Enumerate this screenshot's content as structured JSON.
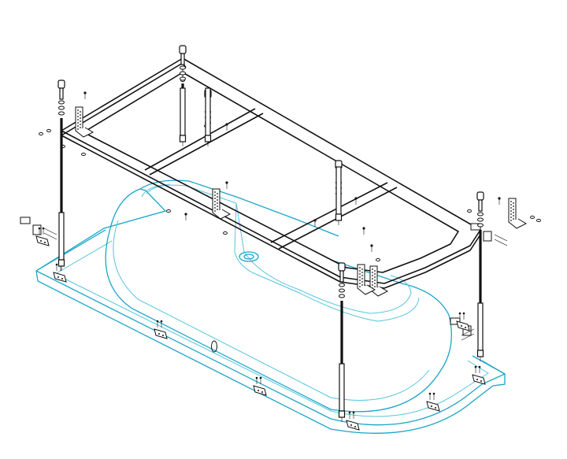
{
  "diagram": {
    "description_visible_text": "",
    "colors": {
      "frame": "#111111",
      "tub": "#1aa6c8",
      "tub_secondary": "#55c4dc",
      "background": "#ffffff"
    },
    "parts": {
      "support_frame": "frame",
      "legs": 6,
      "feet": 6,
      "bracket_sets": 4,
      "tub_clips": 9
    }
  }
}
